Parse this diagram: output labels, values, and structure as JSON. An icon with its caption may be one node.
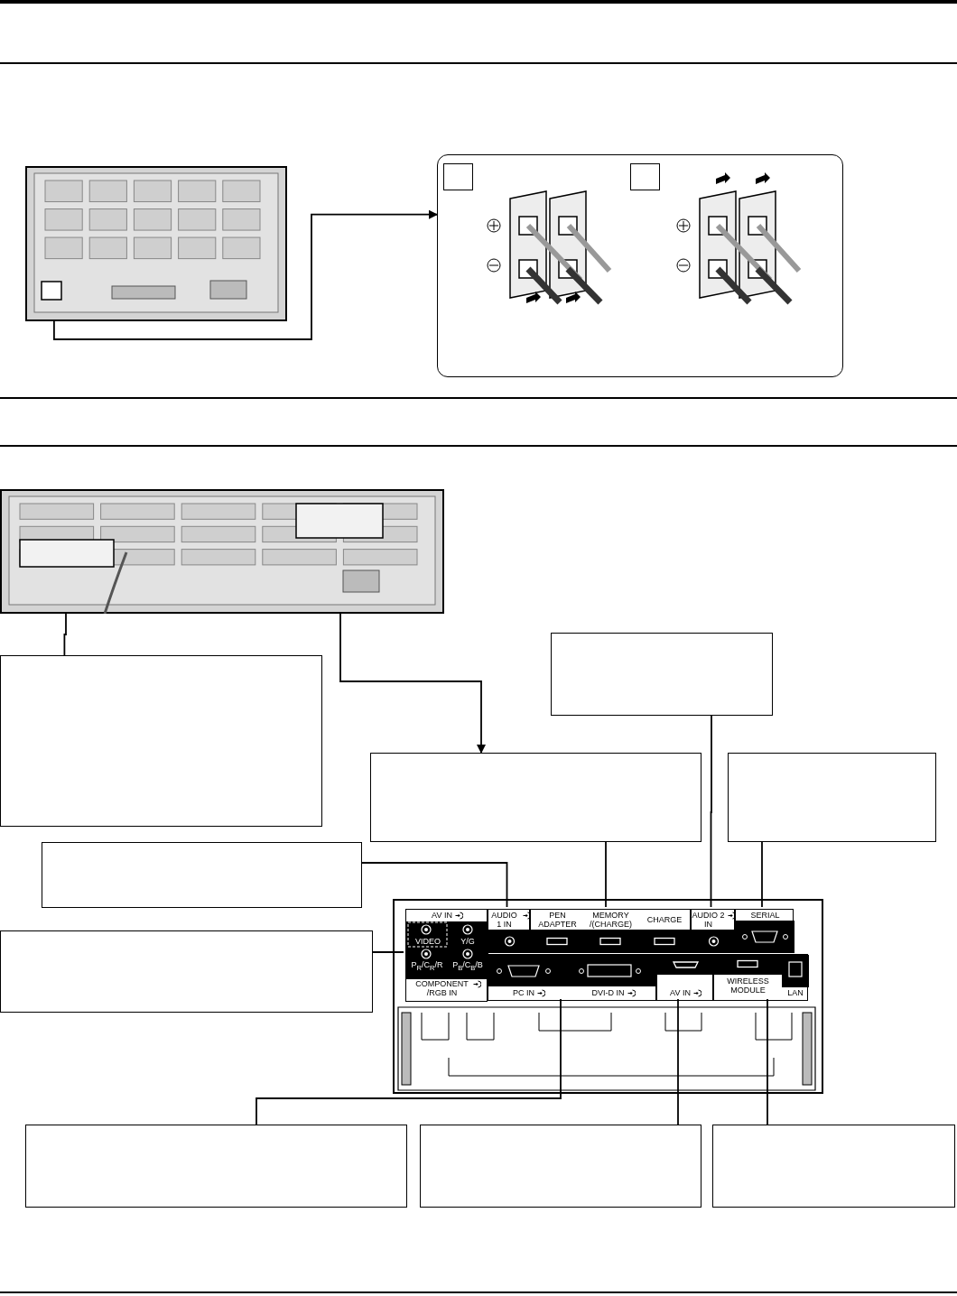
{
  "diagram": {
    "nodes": [
      {
        "text": [],
        "shape": "picture"
      },
      {
        "text": [],
        "shape": "box"
      },
      {
        "text": [],
        "shape": "box",
        "in": 1
      },
      {
        "text": [],
        "shape": "box",
        "in": 1
      },
      {
        "text": [],
        "shape": "picture"
      },
      {
        "text": [],
        "shape": "box"
      },
      {
        "text": [],
        "shape": "box"
      },
      {
        "text": [],
        "shape": "box"
      },
      {
        "text": [],
        "shape": "box"
      },
      {
        "text": [],
        "shape": "box"
      },
      {
        "text": [],
        "shape": "box"
      },
      {
        "text": [],
        "shape": "box"
      },
      {
        "text": [],
        "shape": "box"
      },
      {
        "text": [],
        "shape": "box"
      },
      {
        "text": [],
        "shape": "box"
      },
      {
        "text": [
          "AV IN",
          "VIDEO",
          "Y/G",
          "P$_{R}$/C$_{R}$/R",
          "P$_{B}$/C$_{B}$/B",
          "COMPONENT /RGB IN"
        ],
        "in": 14
      },
      {
        "text": [
          "AUDIO 1 IN"
        ],
        "in": 14
      },
      {
        "text": [
          "PEN ADAPTER",
          "MEMORY /(CHARGE)",
          "CHARGE"
        ],
        "in": 14
      },
      {
        "text": [
          "AUDIO 2 IN"
        ],
        "in": 14
      },
      {
        "text": [
          "SERIAL"
        ],
        "in": 14
      },
      {
        "text": [
          "PC IN",
          "DVI-D IN"
        ],
        "in": 14
      },
      {
        "text": [
          "AV IN"
        ],
        "in": 14
      },
      {
        "text": [
          "WIRELESS MODULE",
          "LAN"
        ],
        "in": 14
      }
    ],
    "edges": [
      {
        "from": 0,
        "to": 1,
        "arrow": "to"
      },
      {
        "from": 4,
        "to": 5,
        "arrow": "none"
      },
      {
        "from": 4,
        "to": 7,
        "arrow": "to"
      },
      {
        "from": 6,
        "to": 18,
        "arrow": "none"
      },
      {
        "from": 7,
        "to": 17,
        "arrow": "none"
      },
      {
        "from": 8,
        "to": 19,
        "arrow": "none"
      },
      {
        "from": 9,
        "to": 16,
        "arrow": "none"
      },
      {
        "from": 10,
        "to": 15,
        "arrow": "none"
      },
      {
        "from": 11,
        "to": 20,
        "arrow": "none"
      },
      {
        "from": 12,
        "to": 21,
        "arrow": "none"
      },
      {
        "from": 13,
        "to": 22,
        "arrow": "none"
      }
    ]
  }
}
